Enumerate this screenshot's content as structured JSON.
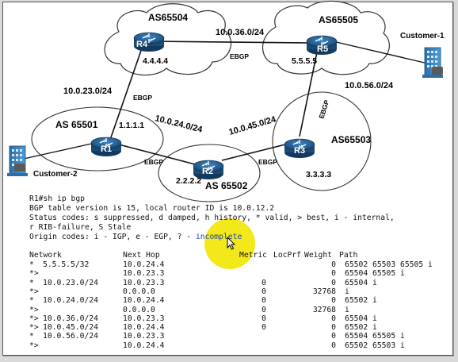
{
  "diagram": {
    "routers": [
      {
        "id": "R4",
        "ip": "4.4.4.4"
      },
      {
        "id": "R5",
        "ip": "5.5.5.5"
      },
      {
        "id": "R1",
        "ip": "1.1.1.1"
      },
      {
        "id": "R2",
        "ip": "2.2.2.2"
      },
      {
        "id": "R3",
        "ip": "3.3.3.3"
      }
    ],
    "as_labels": {
      "as65504": "AS65504",
      "as65505": "AS65505",
      "as65501": "AS 65501",
      "as65502": "AS 65502",
      "as65503": "AS65503"
    },
    "links": {
      "r4_r5_net": "10.0.36.0/24",
      "r4_r5_type": "EBGP",
      "r1_r4_net": "10.0.23.0/24",
      "r1_r4_type": "EBGP",
      "r1_r2_net": "10.0.24.0/24",
      "r1_r2_type": "EBGP",
      "r2_r3_net": "10.0.45.0/24",
      "r2_r3_type": "EBGP",
      "r3_r5_net": "10.0.56.0/24",
      "r3_r5_type": "EBGP"
    },
    "customers": {
      "customer1": "Customer-1",
      "customer2": "Customer-2"
    }
  },
  "terminal": {
    "command": "R1#sh ip bgp",
    "header_lines": [
      "BGP table version is 15, local router ID is 10.0.12.2",
      "Status codes: s suppressed, d damped, h history, * valid, > best, i - internal,",
      "r RIB-failure, S Stale"
    ],
    "origin_prefix": "Origin codes: i - IGP, e - EGP, ? - ",
    "origin_highlight": "incomplete",
    "columns": {
      "network": "Network",
      "next_hop": "Next Hop",
      "metric": "Metric",
      "locprf": "LocPrf",
      "weight": "Weight",
      "path": "Path"
    },
    "rows": [
      {
        "status": "*",
        "network": "5.5.5.5/32",
        "next_hop": "10.0.24.4",
        "metric": "",
        "locprf": "",
        "weight": "0",
        "path": "65502 65503 65505 i"
      },
      {
        "status": "*>",
        "network": "",
        "next_hop": "10.0.23.3",
        "metric": "",
        "locprf": "",
        "weight": "0",
        "path": "65504 65505 i"
      },
      {
        "status": "*",
        "network": "10.0.23.0/24",
        "next_hop": "10.0.23.3",
        "metric": "0",
        "locprf": "",
        "weight": "0",
        "path": "65504 i"
      },
      {
        "status": "*>",
        "network": "",
        "next_hop": "0.0.0.0",
        "metric": "0",
        "locprf": "",
        "weight": "32768",
        "path": "i"
      },
      {
        "status": "*",
        "network": "10.0.24.0/24",
        "next_hop": "10.0.24.4",
        "metric": "0",
        "locprf": "",
        "weight": "0",
        "path": "65502 i"
      },
      {
        "status": "*>",
        "network": "",
        "next_hop": "0.0.0.0",
        "metric": "0",
        "locprf": "",
        "weight": "32768",
        "path": "i"
      },
      {
        "status": "*>",
        "network": "10.0.36.0/24",
        "next_hop": "10.0.23.3",
        "metric": "0",
        "locprf": "",
        "weight": "0",
        "path": "65504 i"
      },
      {
        "status": "*>",
        "network": "10.0.45.0/24",
        "next_hop": "10.0.24.4",
        "metric": "0",
        "locprf": "",
        "weight": "0",
        "path": "65502 i"
      },
      {
        "status": "*",
        "network": "10.0.56.0/24",
        "next_hop": "10.0.23.3",
        "metric": "",
        "locprf": "",
        "weight": "0",
        "path": "65504 65505 i"
      },
      {
        "status": "*>",
        "network": "",
        "next_hop": "10.0.24.4",
        "metric": "",
        "locprf": "",
        "weight": "0",
        "path": "65502 65503 i"
      }
    ]
  },
  "colors": {
    "router_body": "#1d4f7c",
    "router_top": "#2f6da3",
    "highlight": "#f2e600",
    "cloud_stroke": "#333333"
  }
}
